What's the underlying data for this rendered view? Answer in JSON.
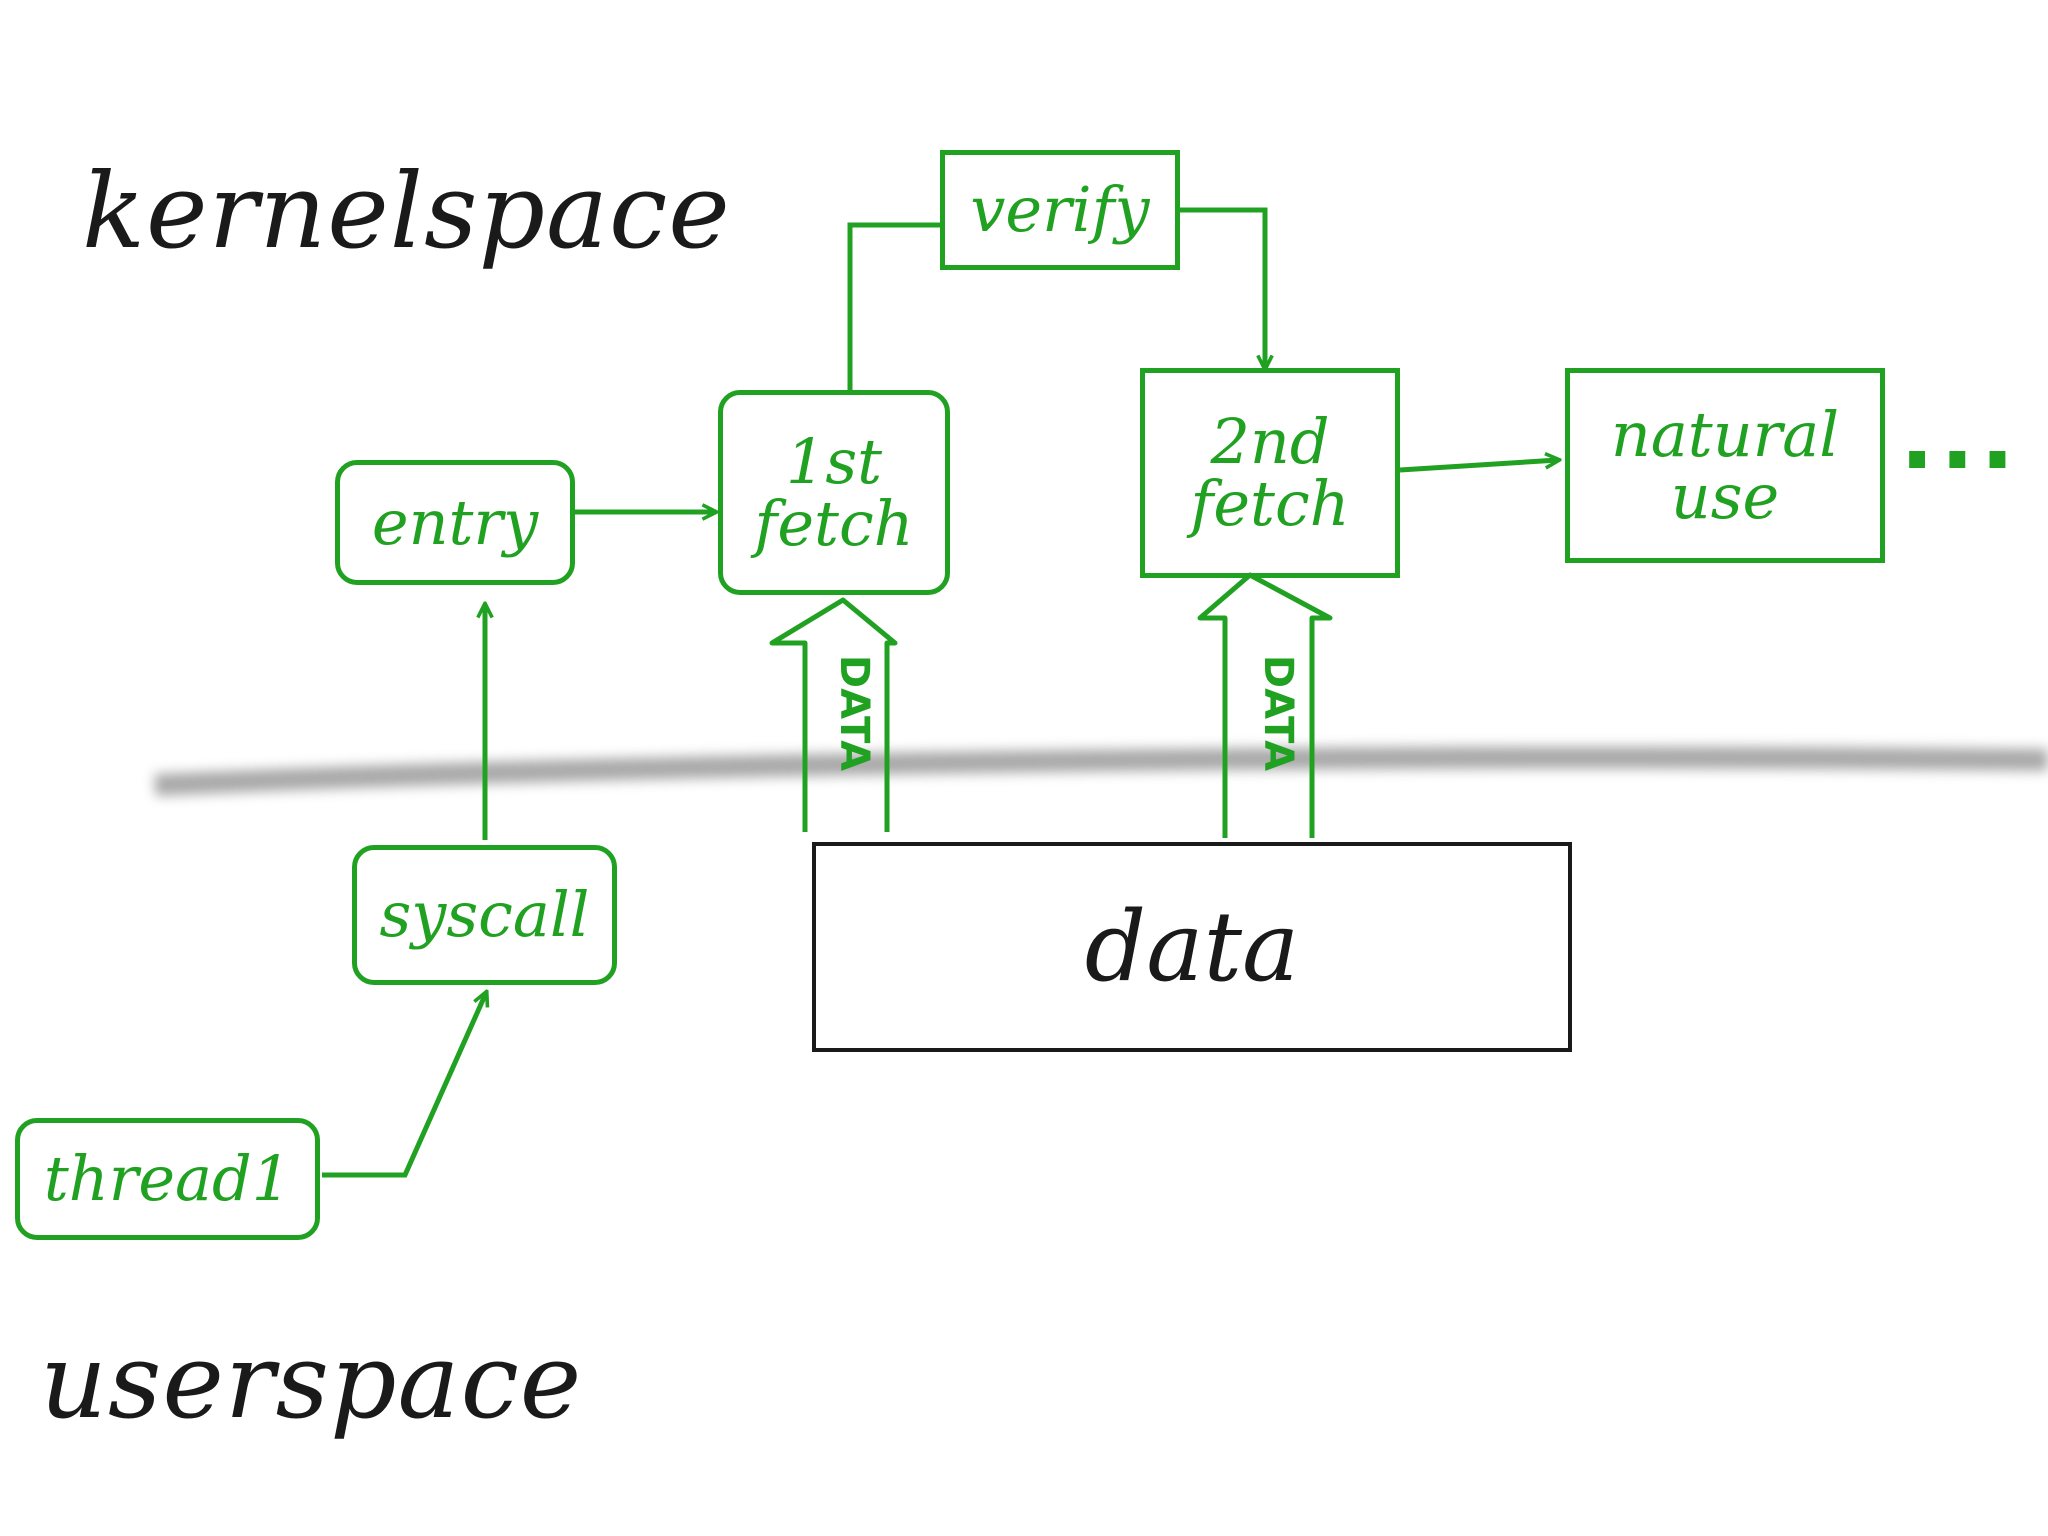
{
  "regions": {
    "kernel_label": "kernelspace",
    "user_label": "userspace"
  },
  "nodes": {
    "verify": "verify",
    "entry": "entry",
    "first_fetch": "1st\nfetch",
    "second_fetch": "2nd\nfetch",
    "natural_use": "natural\nuse",
    "syscall": "syscall",
    "thread": "thread1",
    "data": "data"
  },
  "flows": {
    "data_label_1": "DATA",
    "data_label_2": "DATA",
    "continuation": "..."
  },
  "colors": {
    "flow_green": "#21a121",
    "ink_black": "#1a1a1a",
    "boundary_gray": "#9a9a9a"
  }
}
